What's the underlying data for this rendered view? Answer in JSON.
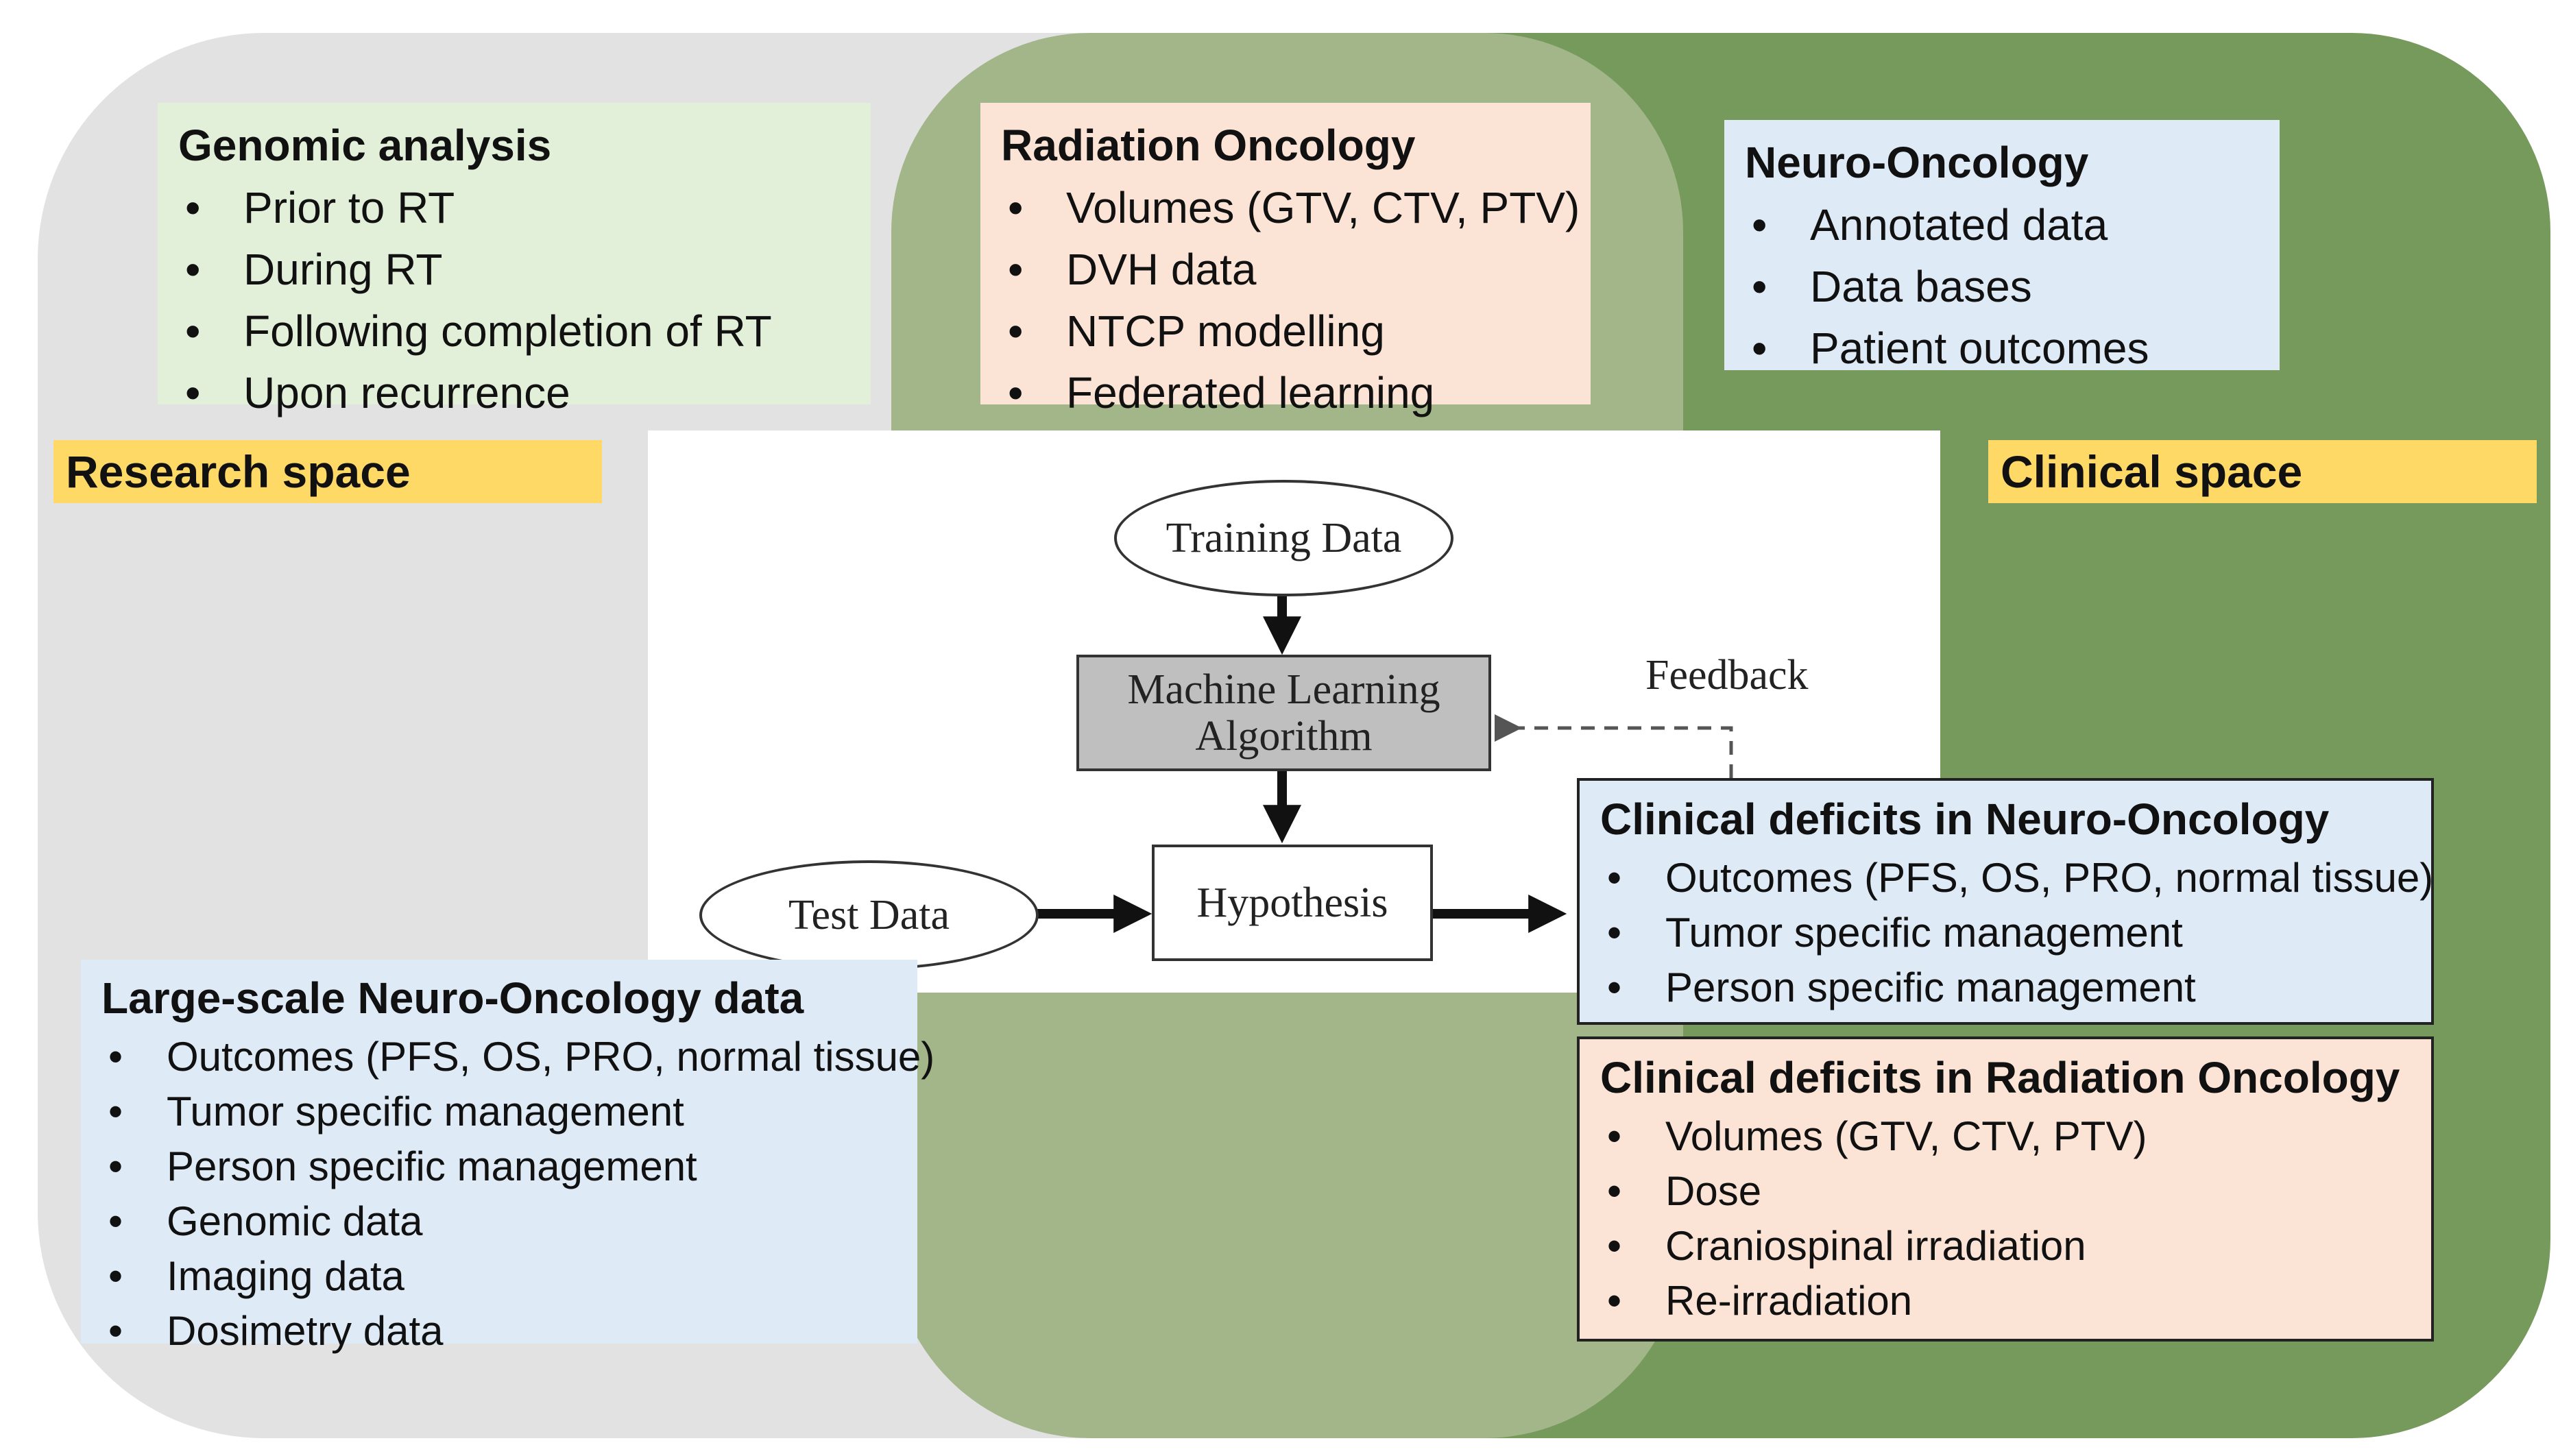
{
  "research_space": {
    "label": "Research space"
  },
  "clinical_space": {
    "label": "Clinical space"
  },
  "genomic_analysis": {
    "title": "Genomic analysis",
    "items": [
      "Prior to RT",
      "During RT",
      "Following completion of RT",
      "Upon recurrence"
    ]
  },
  "radiation_oncology": {
    "title": "Radiation Oncology",
    "items": [
      "Volumes (GTV, CTV, PTV)",
      "DVH data",
      "NTCP modelling",
      "Federated learning"
    ]
  },
  "neuro_oncology": {
    "title": "Neuro-Oncology",
    "items": [
      "Annotated data",
      "Data bases",
      "Patient outcomes"
    ]
  },
  "large_scale": {
    "title": "Large-scale Neuro-Oncology data",
    "items": [
      "Outcomes (PFS, OS, PRO, normal tissue)",
      "Tumor specific management",
      "Person specific management",
      "Genomic data",
      "Imaging data",
      "Dosimetry data"
    ]
  },
  "deficits_neuro": {
    "title": "Clinical deficits in Neuro-Oncology",
    "items": [
      "Outcomes (PFS, OS, PRO, normal tissue)",
      "Tumor specific management",
      "Person specific management"
    ]
  },
  "deficits_radiation": {
    "title": "Clinical deficits in Radiation Oncology",
    "items": [
      "Volumes (GTV, CTV, PTV)",
      "Dose",
      "Craniospinal irradiation",
      "Re-irradiation"
    ]
  },
  "flow": {
    "training_data": "Training Data",
    "ml_algorithm_line1": "Machine Learning",
    "ml_algorithm_line2": "Algorithm",
    "test_data": "Test Data",
    "hypothesis": "Hypothesis",
    "feedback": "Feedback"
  },
  "colors": {
    "research_bg": "#e2e2e2",
    "clinical_bg": "#76995c",
    "overlap_bg": "#a2b689",
    "tag_yellow": "#ffd966",
    "green_box": "#e2efd9",
    "peach_box": "#fbe4d5",
    "blue_box": "#deeaf6"
  }
}
